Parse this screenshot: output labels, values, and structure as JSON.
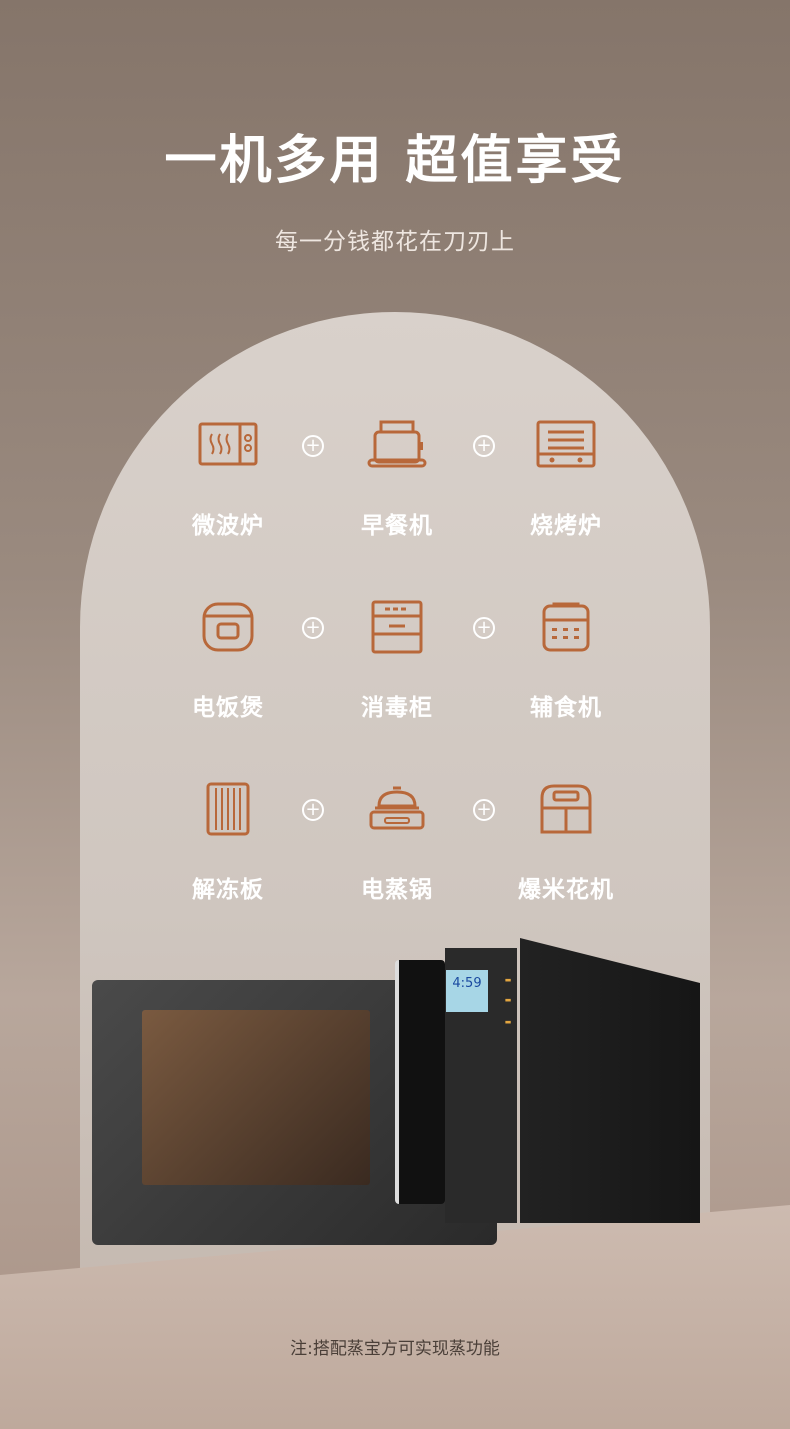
{
  "header": {
    "title": "一机多用 超值享受",
    "subtitle": "每一分钱都花在刀刃上"
  },
  "features": [
    {
      "label": "微波炉",
      "icon": "microwave-icon"
    },
    {
      "label": "早餐机",
      "icon": "toaster-icon"
    },
    {
      "label": "烧烤炉",
      "icon": "oven-icon"
    },
    {
      "label": "电饭煲",
      "icon": "rice-cooker-icon"
    },
    {
      "label": "消毒柜",
      "icon": "sterilizer-cabinet-icon"
    },
    {
      "label": "辅食机",
      "icon": "baby-food-maker-icon"
    },
    {
      "label": "解冻板",
      "icon": "thawing-plate-icon"
    },
    {
      "label": "电蒸锅",
      "icon": "steamer-icon"
    },
    {
      "label": "爆米花机",
      "icon": "popcorn-machine-icon"
    }
  ],
  "plus_symbol": "+",
  "product": {
    "display": "4:59"
  },
  "footnote": "注:搭配蒸宝方可实现蒸功能",
  "colors": {
    "icon": "#b8683a",
    "text": "#ffffff"
  }
}
